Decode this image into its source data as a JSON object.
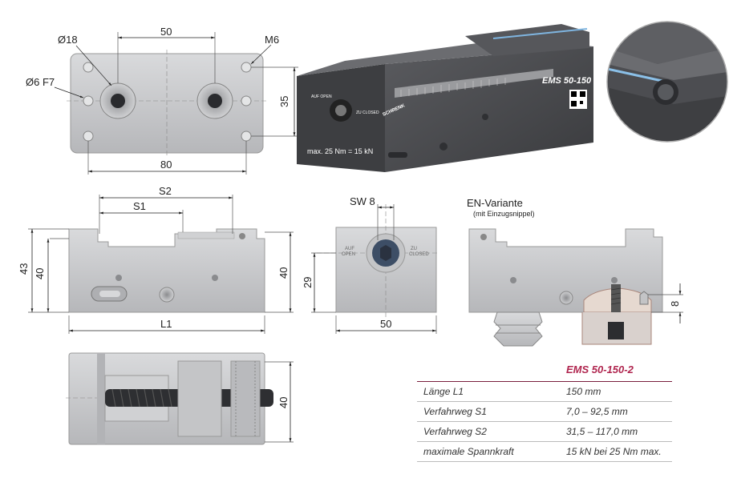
{
  "top_view": {
    "dia18": "Ø18",
    "dim50": "50",
    "m6": "M6",
    "dia6": "Ø6 F7",
    "dim35": "35",
    "dim80": "80"
  },
  "photo": {
    "model": "EMS 50-150",
    "open": "AUF\nOPEN",
    "closed": "ZU\nCLOSED",
    "brand": "SCHRENK",
    "torque": "max. 25 Nm = 15 kN"
  },
  "side_view": {
    "s2": "S2",
    "s1": "S1",
    "dim43": "43",
    "dim40_left": "40",
    "dim40_right": "40",
    "l1": "L1"
  },
  "front_view": {
    "sw8": "SW 8",
    "auf": "AUF",
    "open": "OPEN",
    "zu": "ZU",
    "closed": "CLOSED",
    "dim29": "29",
    "dim50": "50"
  },
  "en_variant": {
    "title": "EN-Variante",
    "subtitle": "(mit Einzugsnippel)",
    "dim8": "8"
  },
  "bottom_view": {
    "dim40": "40"
  },
  "spec_table": {
    "header": "EMS 50-150-2",
    "rows": [
      {
        "label": "Länge L1",
        "value": "150 mm"
      },
      {
        "label": "Verfahrweg S1",
        "value": "7,0 – 92,5 mm"
      },
      {
        "label": "Verfahrweg S2",
        "value": "31,5 – 117,0 mm"
      },
      {
        "label": "maximale Spannkraft",
        "value": "15 kN bei 25 Nm max."
      }
    ]
  },
  "colors": {
    "part": "#c9cacc",
    "part_dark": "#4a4b4e",
    "accent": "#b0264f"
  }
}
